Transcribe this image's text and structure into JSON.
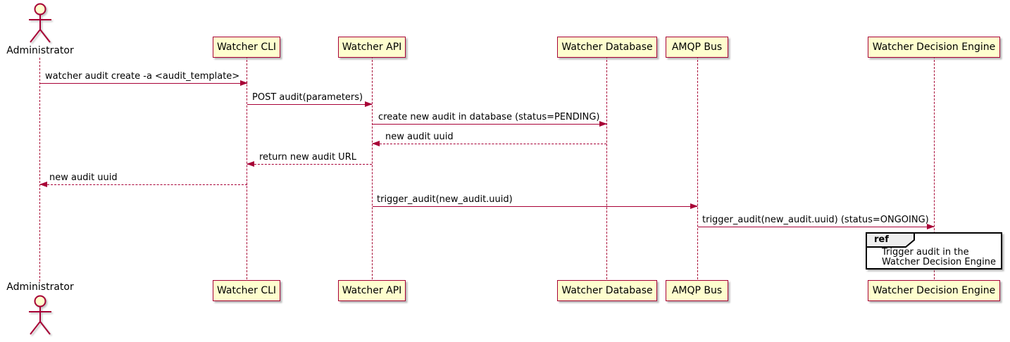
{
  "diagram_type": "sequence",
  "colors": {
    "accent": "#A80036",
    "participant_fill": "#FEFECE",
    "lifeline": "#A80036",
    "ref_header_fill": "#EEEEEE",
    "ref_border": "#000000",
    "background": "#FFFFFF",
    "text": "#000000"
  },
  "participants": [
    {
      "id": "administrator",
      "type": "actor",
      "label": "Administrator"
    },
    {
      "id": "watcher-cli",
      "type": "participant",
      "label": "Watcher CLI"
    },
    {
      "id": "watcher-api",
      "type": "participant",
      "label": "Watcher API"
    },
    {
      "id": "watcher-database",
      "type": "participant",
      "label": "Watcher Database"
    },
    {
      "id": "amqp-bus",
      "type": "participant",
      "label": "AMQP Bus"
    },
    {
      "id": "watcher-decision-engine",
      "type": "participant",
      "label": "Watcher Decision Engine"
    }
  ],
  "messages": [
    {
      "from": "Administrator",
      "to": "Watcher CLI",
      "style": "solid",
      "label": "watcher audit create -a <audit_template>"
    },
    {
      "from": "Watcher CLI",
      "to": "Watcher API",
      "style": "solid",
      "label": "POST audit(parameters)"
    },
    {
      "from": "Watcher API",
      "to": "Watcher Database",
      "style": "solid",
      "label": "create new audit in database (status=PENDING)"
    },
    {
      "from": "Watcher Database",
      "to": "Watcher API",
      "style": "dashed",
      "label": "new audit uuid"
    },
    {
      "from": "Watcher API",
      "to": "Watcher CLI",
      "style": "dashed",
      "label": "return new audit URL"
    },
    {
      "from": "Watcher CLI",
      "to": "Administrator",
      "style": "dashed",
      "label": "new audit uuid"
    },
    {
      "from": "Watcher API",
      "to": "AMQP Bus",
      "style": "solid",
      "label": "trigger_audit(new_audit.uuid)"
    },
    {
      "from": "AMQP Bus",
      "to": "Watcher Decision Engine",
      "style": "solid",
      "label": "trigger_audit(new_audit.uuid) (status=ONGOING)"
    }
  ],
  "ref": {
    "keyword": "ref",
    "over": "Watcher Decision Engine",
    "lines": [
      "Trigger audit in the",
      "Watcher Decision Engine"
    ]
  }
}
